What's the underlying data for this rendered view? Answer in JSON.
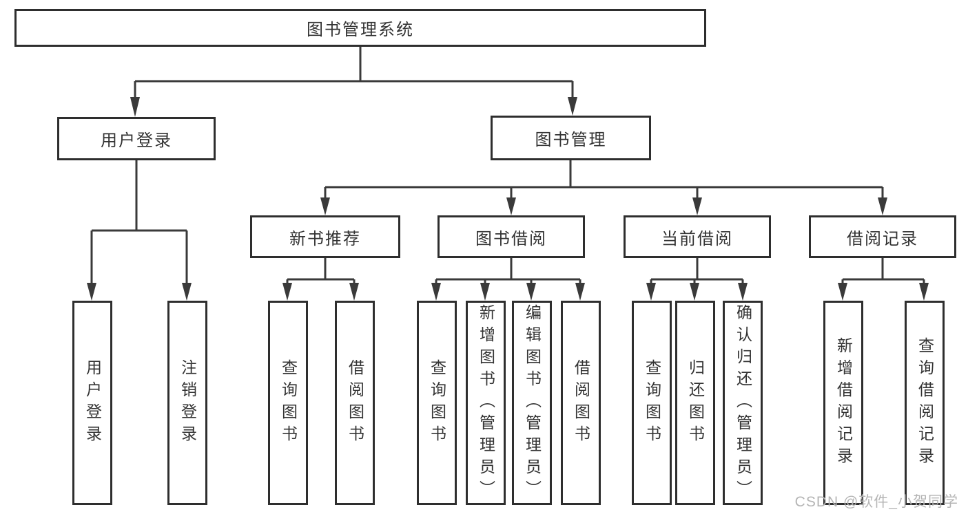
{
  "tree": {
    "root": {
      "label": "图书管理系统",
      "children": [
        {
          "label": "用户登录",
          "children": [
            {
              "label": "用户登录"
            },
            {
              "label": "注销登录"
            }
          ]
        },
        {
          "label": "图书管理",
          "children": [
            {
              "label": "新书推荐",
              "children": [
                {
                  "label": "查询图书"
                },
                {
                  "label": "借阅图书"
                }
              ]
            },
            {
              "label": "图书借阅",
              "children": [
                {
                  "label": "查询图书"
                },
                {
                  "label": "新增图书（管理员）"
                },
                {
                  "label": "编辑图书（管理员）"
                },
                {
                  "label": "借阅图书"
                }
              ]
            },
            {
              "label": "当前借阅",
              "children": [
                {
                  "label": "查询图书"
                },
                {
                  "label": "归还图书"
                },
                {
                  "label": "确认归还（管理员）"
                }
              ]
            },
            {
              "label": "借阅记录",
              "children": [
                {
                  "label": "新增借阅记录"
                },
                {
                  "label": "查询借阅记录"
                }
              ]
            }
          ]
        }
      ]
    }
  },
  "watermark": "CSDN @软件_小贺同学",
  "colors": {
    "line": "#3a3a3a",
    "border": "#2e2e2e",
    "text": "#333333",
    "watermark": "#b5b5b5"
  }
}
